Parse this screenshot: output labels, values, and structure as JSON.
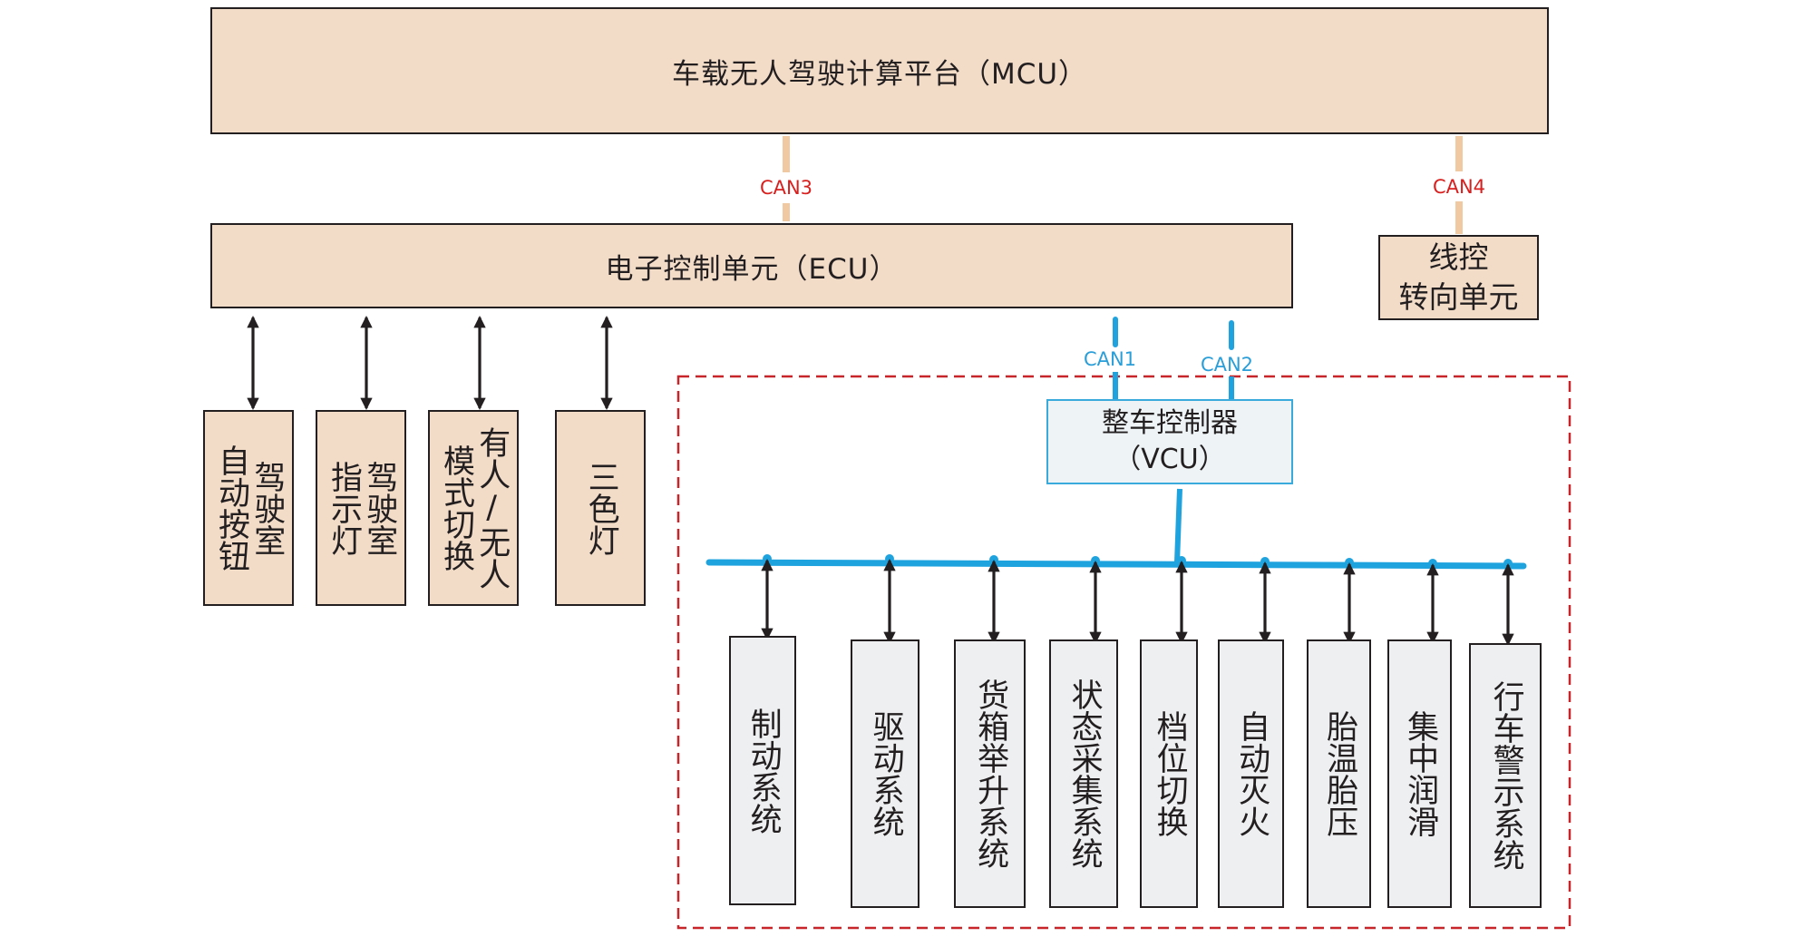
{
  "mcu": {
    "label": "车载无人驾驶计算平台（MCU）"
  },
  "ecu": {
    "label": "电子控制单元（ECU）"
  },
  "steer": {
    "label": "线控\n转向单元"
  },
  "vcu": {
    "label": "整车控制器\n（VCU）"
  },
  "buses": {
    "can3": "CAN3",
    "can4": "CAN4",
    "can1": "CAN1",
    "can2": "CAN2"
  },
  "ecu_devices": [
    {
      "label": "驾驶室\n自动按钮"
    },
    {
      "label": "驾驶室\n指示灯"
    },
    {
      "label": "有人/无人\n模式切换"
    },
    {
      "label": "三色灯"
    }
  ],
  "vcu_subsystems": [
    {
      "label": "制动系统"
    },
    {
      "label": "驱动系统"
    },
    {
      "label": "货箱举升系统"
    },
    {
      "label": "状态采集系统"
    },
    {
      "label": "档位切换"
    },
    {
      "label": "自动灭火"
    },
    {
      "label": "胎温胎压"
    },
    {
      "label": "集中润滑"
    },
    {
      "label": "行车警示系统"
    }
  ],
  "colors": {
    "box_fill": "#f2dcc8",
    "box_border": "#231f20",
    "can_red": "#d8201f",
    "can_blue": "#2a9ed8",
    "bus_blue": "#1fa3df",
    "dashed_red": "#c8252b",
    "tan_connector": "#f0c9a3",
    "vcu_fill": "#eef3f6",
    "subsystem_fill": "#edeff1"
  }
}
